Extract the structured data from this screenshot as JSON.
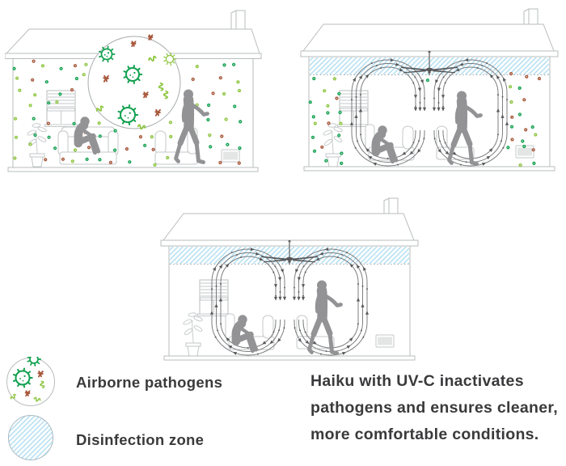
{
  "legend": {
    "items": [
      {
        "icon": "airborne-pathogens-icon",
        "label": "Airborne pathogens"
      },
      {
        "icon": "disinfection-zone-icon",
        "label": "Disinfection zone"
      }
    ]
  },
  "caption": {
    "text": "Haiku with UV-C inactivates pathogens and ensures cleaner, more comfortable conditions.",
    "lines": [
      "Haiku with UV-C inactivates",
      "pathogens and ensures cleaner,",
      "more comfortable conditions."
    ]
  },
  "icons": {
    "airborne_pathogens": "virus-cluster-in-circle",
    "disinfection_zone": "diagonal-hatch-circle",
    "ceiling_fan": "haiku-ceiling-fan",
    "magnifier": "zoom-detail-circle"
  },
  "colors": {
    "pathogen_green": "#12a150",
    "pathogen_light_green": "#8dc63f",
    "pathogen_brown": "#a8573b",
    "disinfection_blue": "#b3def2",
    "outline_gray": "#b9bdbe",
    "furniture_gray": "#c3c7c8",
    "person_gray": "#939396",
    "airflow_gray": "#58585a",
    "text_dark": "#3a3a3c"
  }
}
